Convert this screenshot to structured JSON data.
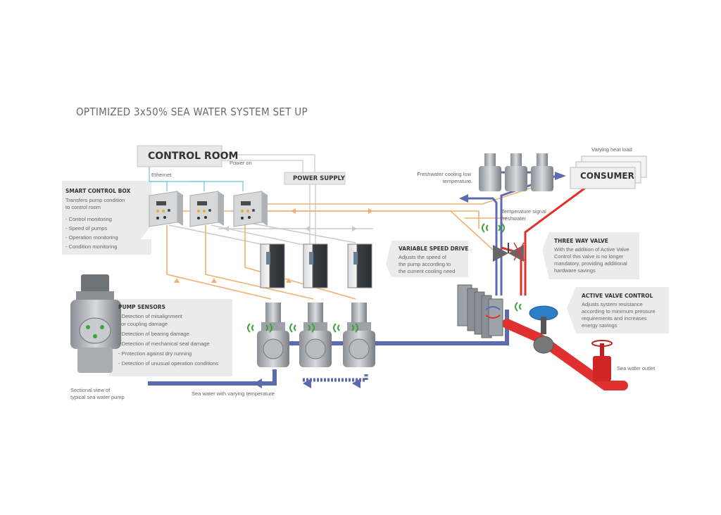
{
  "title": "OPTIMIZED 3x50% SEA WATER SYSTEM SET UP",
  "control_room": "CONTROL ROOM",
  "power_on": "Power on",
  "ethernet": "Ethernet",
  "power_supply": "POWER SUPPLY",
  "smart_control_box": {
    "title": "SMART CONTROL BOX",
    "desc": [
      "Transfers pump condition",
      "to control room"
    ],
    "items": [
      "- Control monitoring",
      "- Speed of pumps",
      "- Operation monitoring",
      "- Condition monitoring"
    ]
  },
  "variable_speed_drive": {
    "title": "VARIABLE SPEED DRIVE",
    "desc": [
      "Adjusts the speed of",
      "the pump according to",
      "the current cooling need"
    ]
  },
  "pump_sensors": {
    "title": "PUMP SENSORS",
    "items": [
      "- Detection of misalignment",
      "  or coupling damage",
      "- Detection of bearing damage",
      "- Detection of mechanical seal damage",
      "- Protection against dry running",
      "- Detection of unusual operation conditions"
    ]
  },
  "sectional_view": [
    "Sectional view of",
    "typical sea water pump"
  ],
  "sea_water_varying": "Sea water with varying temperature",
  "freshwater_cooling": [
    "Freshwater cooling low",
    "temperature"
  ],
  "varying_heat_load": "Varying heat load",
  "consumer": "CONSUMER",
  "temperature_signal": [
    "Temperature signal",
    "freshwater"
  ],
  "three_way_valve": {
    "title": "THREE WAY VALVE",
    "desc": [
      "With the addition of Active Valve",
      "Control this valve is no longer",
      "mandatory, providing additional",
      "hardware savings"
    ]
  },
  "active_valve_control": {
    "title": "ACTIVE VALVE CONTROL",
    "desc": [
      "Adjusts system resistance",
      "according to minimum pressure",
      "requirements and increases",
      "energy savings"
    ]
  },
  "sea_water_outlet": "Sea water outlet",
  "colors": {
    "sea_water_pipe": "#5c6bb0",
    "hot_pipe": "#e03030",
    "signal_orange": "#f0b070",
    "signal_grey": "#c8c8c8",
    "ethernet_teal": "#68c4d8",
    "wireless_green": "#3aa53a",
    "panel_grey": "#ebebeb"
  }
}
